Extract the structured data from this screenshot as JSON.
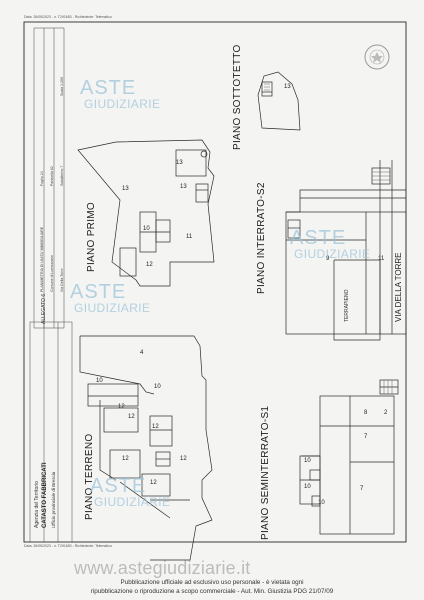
{
  "header": {
    "top_line": "Data: 26/05/2023 - n. T291653 - Richiedente: Telematico",
    "bottom_line": "Data: 26/05/2023 - n. T291653 - Richiedente: Telematico"
  },
  "cartouche": {
    "ente_l1": "Agenzia del Territorio",
    "ente_l2": "CATASTO FABBRICATI",
    "ente_l3": "Ufficio provinciale di Brescia",
    "allegato": "ALLEGATO 6",
    "titolo": "PLANIMETRIA DI UNITA' IMMOBILIARE",
    "comune": "Comune di Lumezzane",
    "via": "Via Della Torre",
    "foglio": "Foglio 24",
    "particella": "Particella 62",
    "subalterno": "Subalterno 7",
    "scala": "Scala 1:200"
  },
  "floors": {
    "sottotetto": "PIANO SOTTOTETTO",
    "primo": "PIANO PRIMO",
    "interrato": "PIANO INTERRATO-S2",
    "terreno": "PIANO TERRENO",
    "seminterrato": "PIANO SEMINTERRATO-S1"
  },
  "labels": {
    "via_torre": "VIA DELLA TORRE",
    "terrapieno": "TERRAPIENO"
  },
  "rooms": {
    "r_sott_13": "13",
    "r_primo_13": "13",
    "r_primo_12": "12",
    "r_primo_11": "11",
    "r_primo_10": "10",
    "r_primo_13b": "13",
    "r_primo_13c": "13",
    "r_int_9": "9",
    "r_int_11": "11",
    "r_ter_4": "4",
    "r_ter_10a": "10",
    "r_ter_10b": "10",
    "r_ter_12a": "12",
    "r_ter_12b": "12",
    "r_ter_12c": "12",
    "r_ter_12d": "12",
    "r_ter_12e": "12",
    "r_ter_12f": "12",
    "r_sem_8": "8",
    "r_sem_7a": "7",
    "r_sem_7b": "7",
    "r_sem_2": "2",
    "r_sem_10a": "10",
    "r_sem_10b": "10",
    "r_sem_10c": "10"
  },
  "watermarks": {
    "brand_l1": "ASTE",
    "brand_l2": "GIUDIZIARIE",
    "site": "www.astegiudiziarie.it"
  },
  "footer": {
    "line1": "Pubblicazione ufficiale ad esclusivo uso personale - è vietata ogni",
    "line2": "ripubblicazione o riproduzione a scopo commerciale - Aut. Min. Giustizia PDG 21/07/09"
  },
  "colors": {
    "watermark": "#9ec4da",
    "ink": "#222222"
  }
}
